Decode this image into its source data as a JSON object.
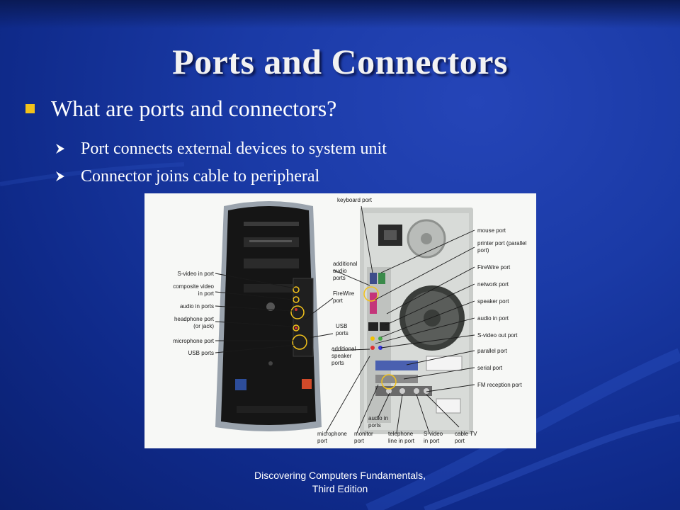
{
  "slide": {
    "title": "Ports and Connectors",
    "bullet": "What are ports and connectors?",
    "sub_bullets": [
      "Port connects external devices to system unit",
      "Connector joins cable to peripheral"
    ],
    "footer_line1": "Discovering Computers Fundamentals,",
    "footer_line2": "Third Edition"
  },
  "figure": {
    "front_labels": {
      "svideo": "S-video in port",
      "composite1": "composite video",
      "composite2": "in port",
      "audio_in": "audio in ports",
      "headphone1": "headphone port",
      "headphone2": "(or jack)",
      "microphone": "microphone port",
      "usb": "USB ports"
    },
    "middle_labels": {
      "add_audio1": "additional",
      "add_audio2": "audio",
      "add_audio3": "ports",
      "firewire1": "FireWire",
      "firewire2": "port",
      "usb1": "USB",
      "usb2": "ports",
      "add_speaker1": "additional",
      "add_speaker2": "speaker",
      "add_speaker3": "ports"
    },
    "top_label": "keyboard port",
    "right_labels": {
      "mouse": "mouse port",
      "printer1": "printer port (parallel",
      "printer2": "port)",
      "firewire": "FireWire port",
      "network": "network port",
      "speaker": "speaker port",
      "audio_in": "audio in port",
      "svideo_out": "S-video out port",
      "parallel": "parallel port",
      "serial": "serial port",
      "fm": "FM reception port"
    },
    "bottom_labels": {
      "mic1": "microphone",
      "mic2": "port",
      "monitor1": "monitor",
      "monitor2": "port",
      "audioin1": "audio in",
      "audioin2": "ports",
      "tel1": "telephone",
      "tel2": "line in port",
      "svideo1": "S-video",
      "svideo2": "in port",
      "cable1": "cable TV",
      "cable2": "port"
    }
  },
  "colors": {
    "bullet": "#f2c21b",
    "background": "#1a3aa6",
    "text": "#ffffff"
  }
}
